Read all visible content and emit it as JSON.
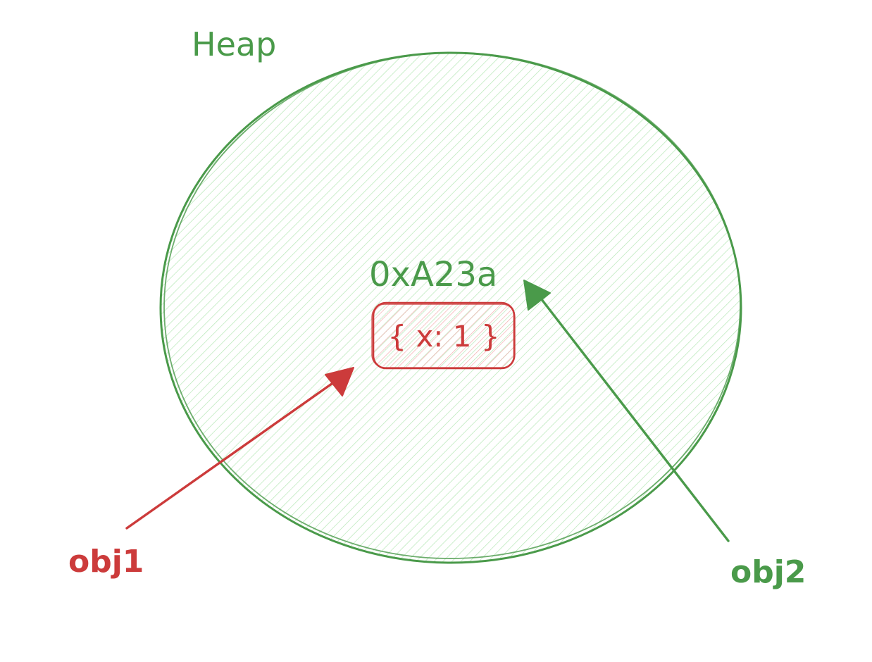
{
  "colors": {
    "green": "#4a9a4a",
    "green_fill": "#a9e3a9",
    "red": "#cc3b3b",
    "red_fill": "#f1a7a7",
    "background": "#ffffff"
  },
  "heap": {
    "label": "Heap"
  },
  "memory_address": {
    "label": "0xA23a"
  },
  "object_value": {
    "label": "{ x: 1 }"
  },
  "references": {
    "obj1": {
      "label": "obj1"
    },
    "obj2": {
      "label": "obj2"
    }
  }
}
